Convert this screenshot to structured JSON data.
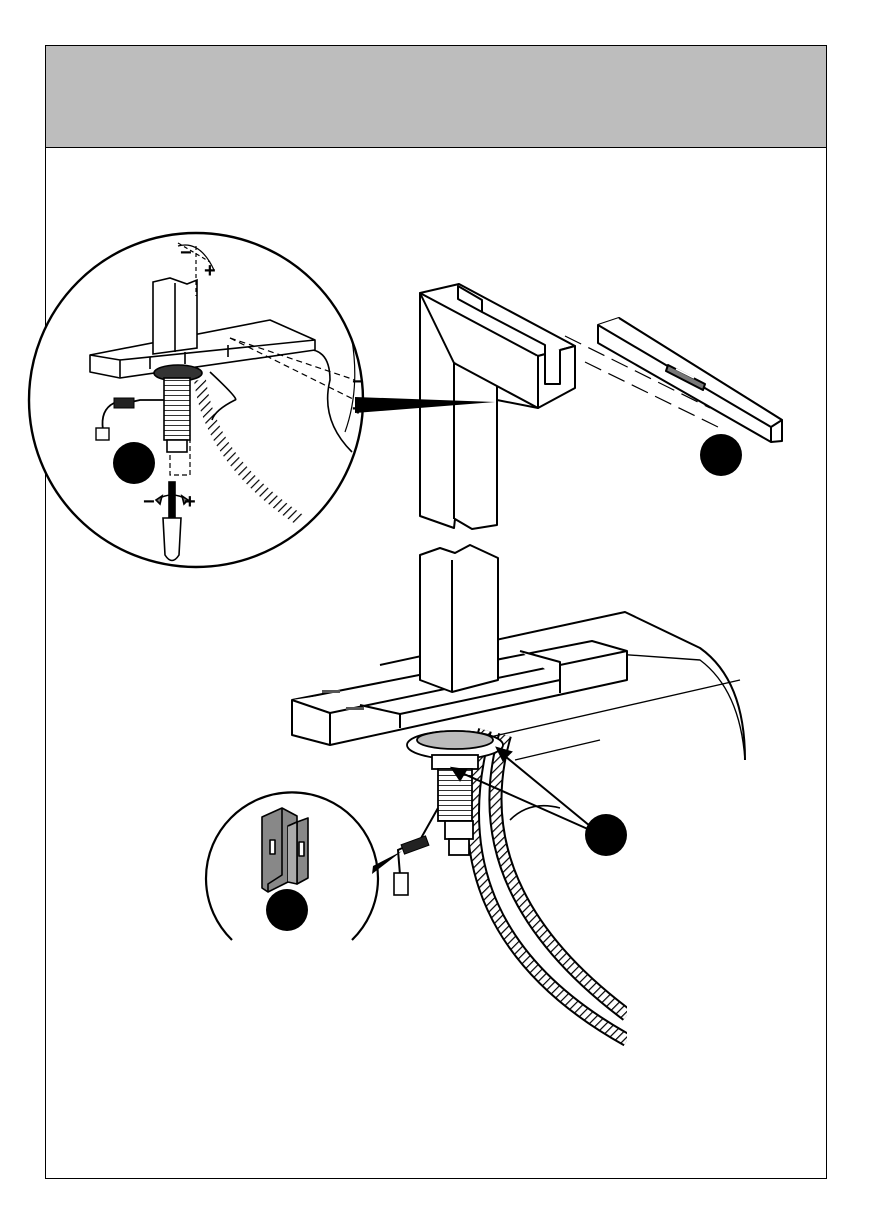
{
  "figure": {
    "header_band_color": "#bdbdbd",
    "sign_minus": "−",
    "sign_plus": "+",
    "icons": [
      "faucet-spout",
      "spirit-level",
      "screwdriver",
      "mounting-nut",
      "hose-clip"
    ],
    "callouts": [
      {
        "name": "callout-badge-adjust",
        "label": ""
      },
      {
        "name": "callout-badge-level",
        "label": ""
      },
      {
        "name": "callout-badge-screws",
        "label": ""
      },
      {
        "name": "callout-badge-clip",
        "label": ""
      }
    ]
  }
}
